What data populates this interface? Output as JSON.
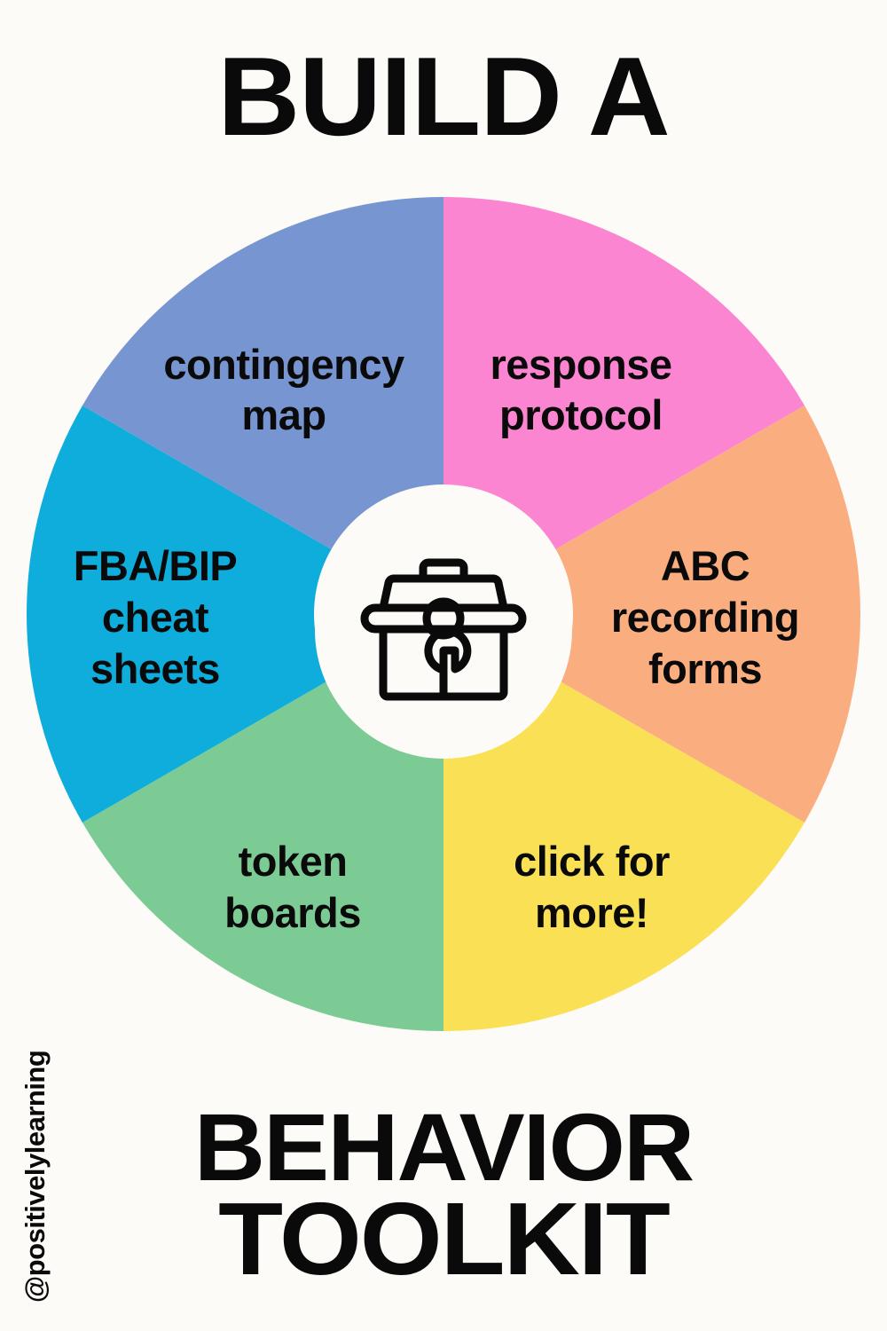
{
  "background_color": "#FDFBF7",
  "text_color": "#0A0A0A",
  "headline": {
    "top": "BUILD A",
    "bottom_line1": "BEHAVIOR",
    "bottom_line2": "TOOLKIT"
  },
  "watermark": {
    "handle": "@positivelylearning"
  },
  "hub": {
    "icon": "toolbox-icon",
    "background_color": "#FDFBF7"
  },
  "wheel": {
    "segment_count": 6,
    "outer_radius": 470,
    "inner_hub_radius": 145,
    "segments": [
      {
        "id": "response-protocol",
        "label_line1": "response",
        "label_line2": "protocol",
        "color": "#FB85D1",
        "start_angle": 0,
        "end_angle": 60
      },
      {
        "id": "abc-recording-forms",
        "label_line1": "ABC",
        "label_line2": "recording",
        "label_line3": "forms",
        "color": "#FAAE80",
        "start_angle": 60,
        "end_angle": 120
      },
      {
        "id": "click-for-more",
        "label_line1": "click for",
        "label_line2": "more!",
        "color": "#FAE054",
        "start_angle": 120,
        "end_angle": 180
      },
      {
        "id": "token-boards",
        "label_line1": "token",
        "label_line2": "boards",
        "color": "#7CCB95",
        "start_angle": 180,
        "end_angle": 240
      },
      {
        "id": "fba-bip-cheat-sheets",
        "label_line1": "FBA/BIP",
        "label_line2": "cheat",
        "label_line3": "sheets",
        "color": "#0FADDC",
        "start_angle": 240,
        "end_angle": 300
      },
      {
        "id": "contingency-map",
        "label_line1": "contingency",
        "label_line2": "map",
        "color": "#7795D0",
        "start_angle": 300,
        "end_angle": 360
      }
    ]
  }
}
